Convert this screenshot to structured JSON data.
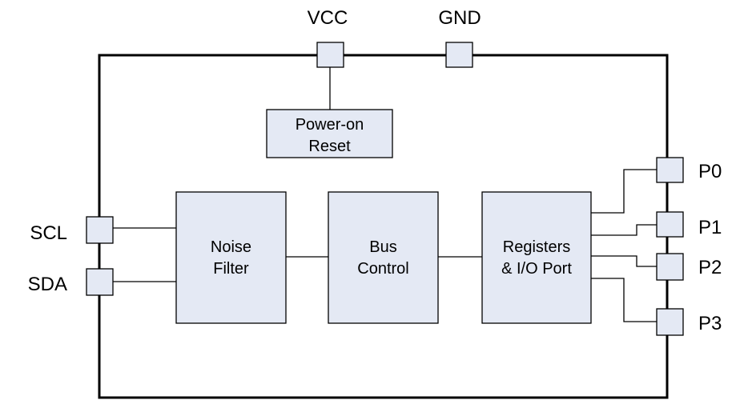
{
  "diagram": {
    "pins": {
      "vcc": "VCC",
      "gnd": "GND",
      "scl": "SCL",
      "sda": "SDA",
      "p0": "P0",
      "p1": "P1",
      "p2": "P2",
      "p3": "P3"
    },
    "blocks": {
      "power_on_reset": [
        "Power-on",
        "Reset"
      ],
      "noise_filter": [
        "Noise",
        "Filter"
      ],
      "bus_control": [
        "Bus",
        "Control"
      ],
      "registers_io": [
        "Registers",
        "& I/O Port"
      ]
    },
    "colors": {
      "block_fill": "#e4e9f4",
      "stroke": "#000000",
      "background": "#ffffff"
    }
  }
}
